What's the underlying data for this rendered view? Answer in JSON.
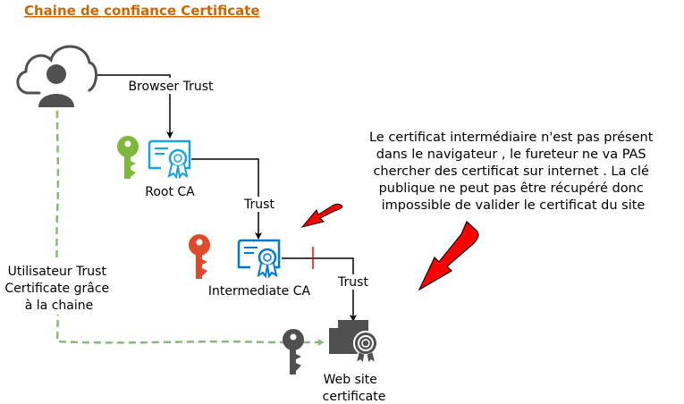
{
  "title": "Chaine de confiance Certificate",
  "nodes": {
    "user": {
      "icon": "cloud-user-icon"
    },
    "root_ca": {
      "label": "Root CA",
      "icon": "certificate-icon",
      "key_icon": "key-icon"
    },
    "intermediate_ca": {
      "label": "Intermediate CA",
      "icon": "certificate-icon",
      "key_icon": "key-icon"
    },
    "website": {
      "label_lines": [
        "Web site",
        "certificate"
      ],
      "icon": "certificate-document-icon",
      "key_icon": "key-icon"
    }
  },
  "edges": {
    "browser_trust": "Browser Trust",
    "trust_root_to_intermediate": "Trust",
    "trust_intermediate_to_website": "Trust",
    "user_trust_lines": [
      "Utilisateur Trust",
      "Certificate grâce",
      "à la chaine"
    ]
  },
  "note": {
    "lines": [
      "Le certificat intermédiaire n'est pas présent",
      "dans le navigateur , le fureteur ne va PAS",
      "chercher des certificat sur internet . La clé",
      "publique ne peut pas être récupéré donc",
      "impossible de valider le certificat du site"
    ]
  },
  "colors": {
    "title": "#CC6600",
    "root_cert": "#1BA1E2",
    "intermediate_cert": "#0078D7",
    "root_key": "#7DB83D",
    "intermediate_key": "#DD4A2C",
    "dark_icon": "#505050",
    "dashed_path": "#8AB878",
    "broken_link_mark": "#FF0000",
    "arrow_fill": "#FF0000"
  }
}
